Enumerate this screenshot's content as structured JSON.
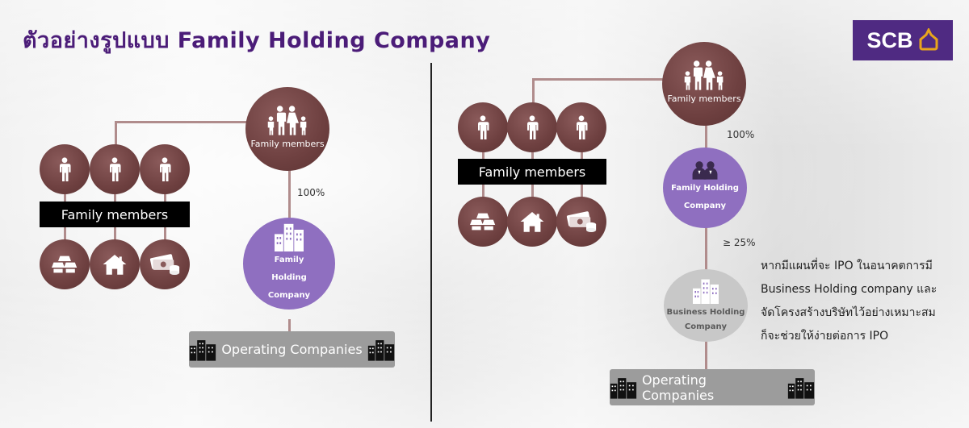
{
  "title": "ตัวอย่างรูปแบบ Family Holding Company",
  "logo": {
    "text": "SCB",
    "color": "#4f2a82"
  },
  "colors": {
    "brown": "#6e4040",
    "purple": "#8f6fc0",
    "gray": "#c8c8c8",
    "connector": "#b08c8c"
  },
  "left": {
    "family_members_circle": "Family members",
    "family_band": "Family members",
    "holding_label_lines": [
      "Family",
      "Holding",
      "Company"
    ],
    "ownership_pct": "100%",
    "operating": "Operating Companies"
  },
  "right": {
    "family_members_circle": "Family members",
    "family_band": "Family members",
    "holding_label_lines": [
      "Family Holding",
      "Company"
    ],
    "ownership_pct": "100%",
    "business_pct": "≥ 25%",
    "business_label_lines": [
      "Business Holding",
      "Company"
    ],
    "operating": "Operating Companies"
  },
  "note": {
    "line1": "หากมีแผนที่จะ IPO ในอนาคตการมี",
    "line2": "Business Holding company และ",
    "line3": "จัดโครงสร้างบริษัทไว้อย่างเหมาะสม",
    "line4": "ก็จะช่วยให้ง่ายต่อการ IPO"
  },
  "icons": {
    "person": "person-icon",
    "family": "family-icon",
    "gold": "gold-bars-icon",
    "house": "house-icon",
    "money": "money-icon",
    "buildings": "buildings-icon",
    "business_people": "business-people-icon"
  }
}
